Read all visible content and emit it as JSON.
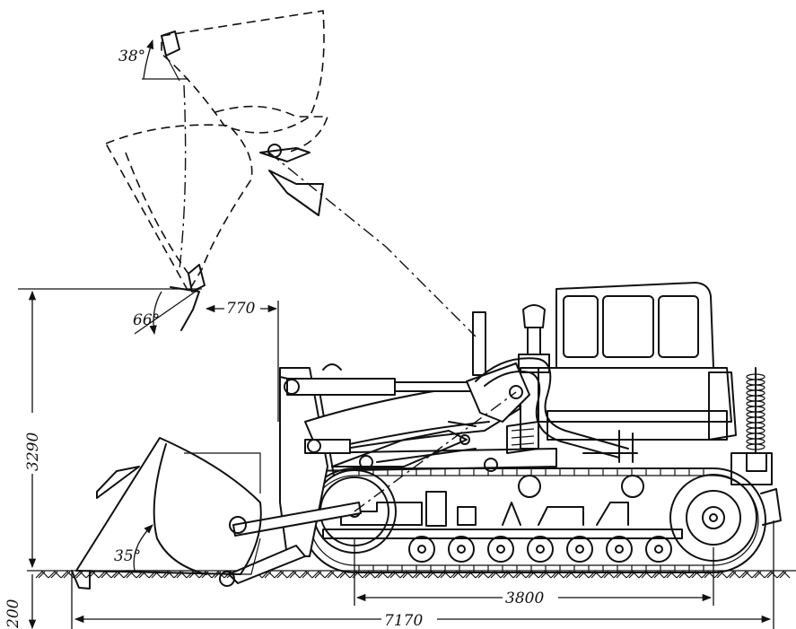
{
  "dimensions": {
    "overall_length": "7170",
    "wheelbase": "3800",
    "lift_height": "3290",
    "dig_depth": "200",
    "reach": "770"
  },
  "angles": {
    "raised_rollback": "38°",
    "dump_angle": "66°",
    "ground_rollback": "35°"
  }
}
